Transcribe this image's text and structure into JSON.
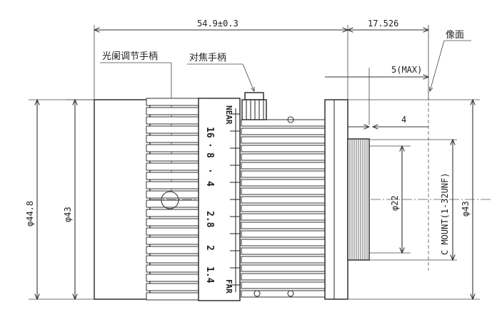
{
  "dimensions": {
    "length": "54.9±0.3",
    "flange": "17.526",
    "image_plane": "像面",
    "max_protrusion": "5(MAX)",
    "thread_length": "4",
    "outer_dia": "φ44.8",
    "body_dia": "φ43",
    "mount_dia": "φ22",
    "mount": "C MOUNT(1-32UNF)",
    "right_dia": "φ43"
  },
  "labels": {
    "iris_ring": "光阑调节手柄",
    "focus_ring": "对焦手柄"
  },
  "scales": {
    "focus_far": "FAR",
    "focus_near": "NEAR",
    "aperture": [
      "16",
      "·",
      "8",
      "·",
      "4",
      "2.8",
      "2",
      "1.4"
    ]
  }
}
